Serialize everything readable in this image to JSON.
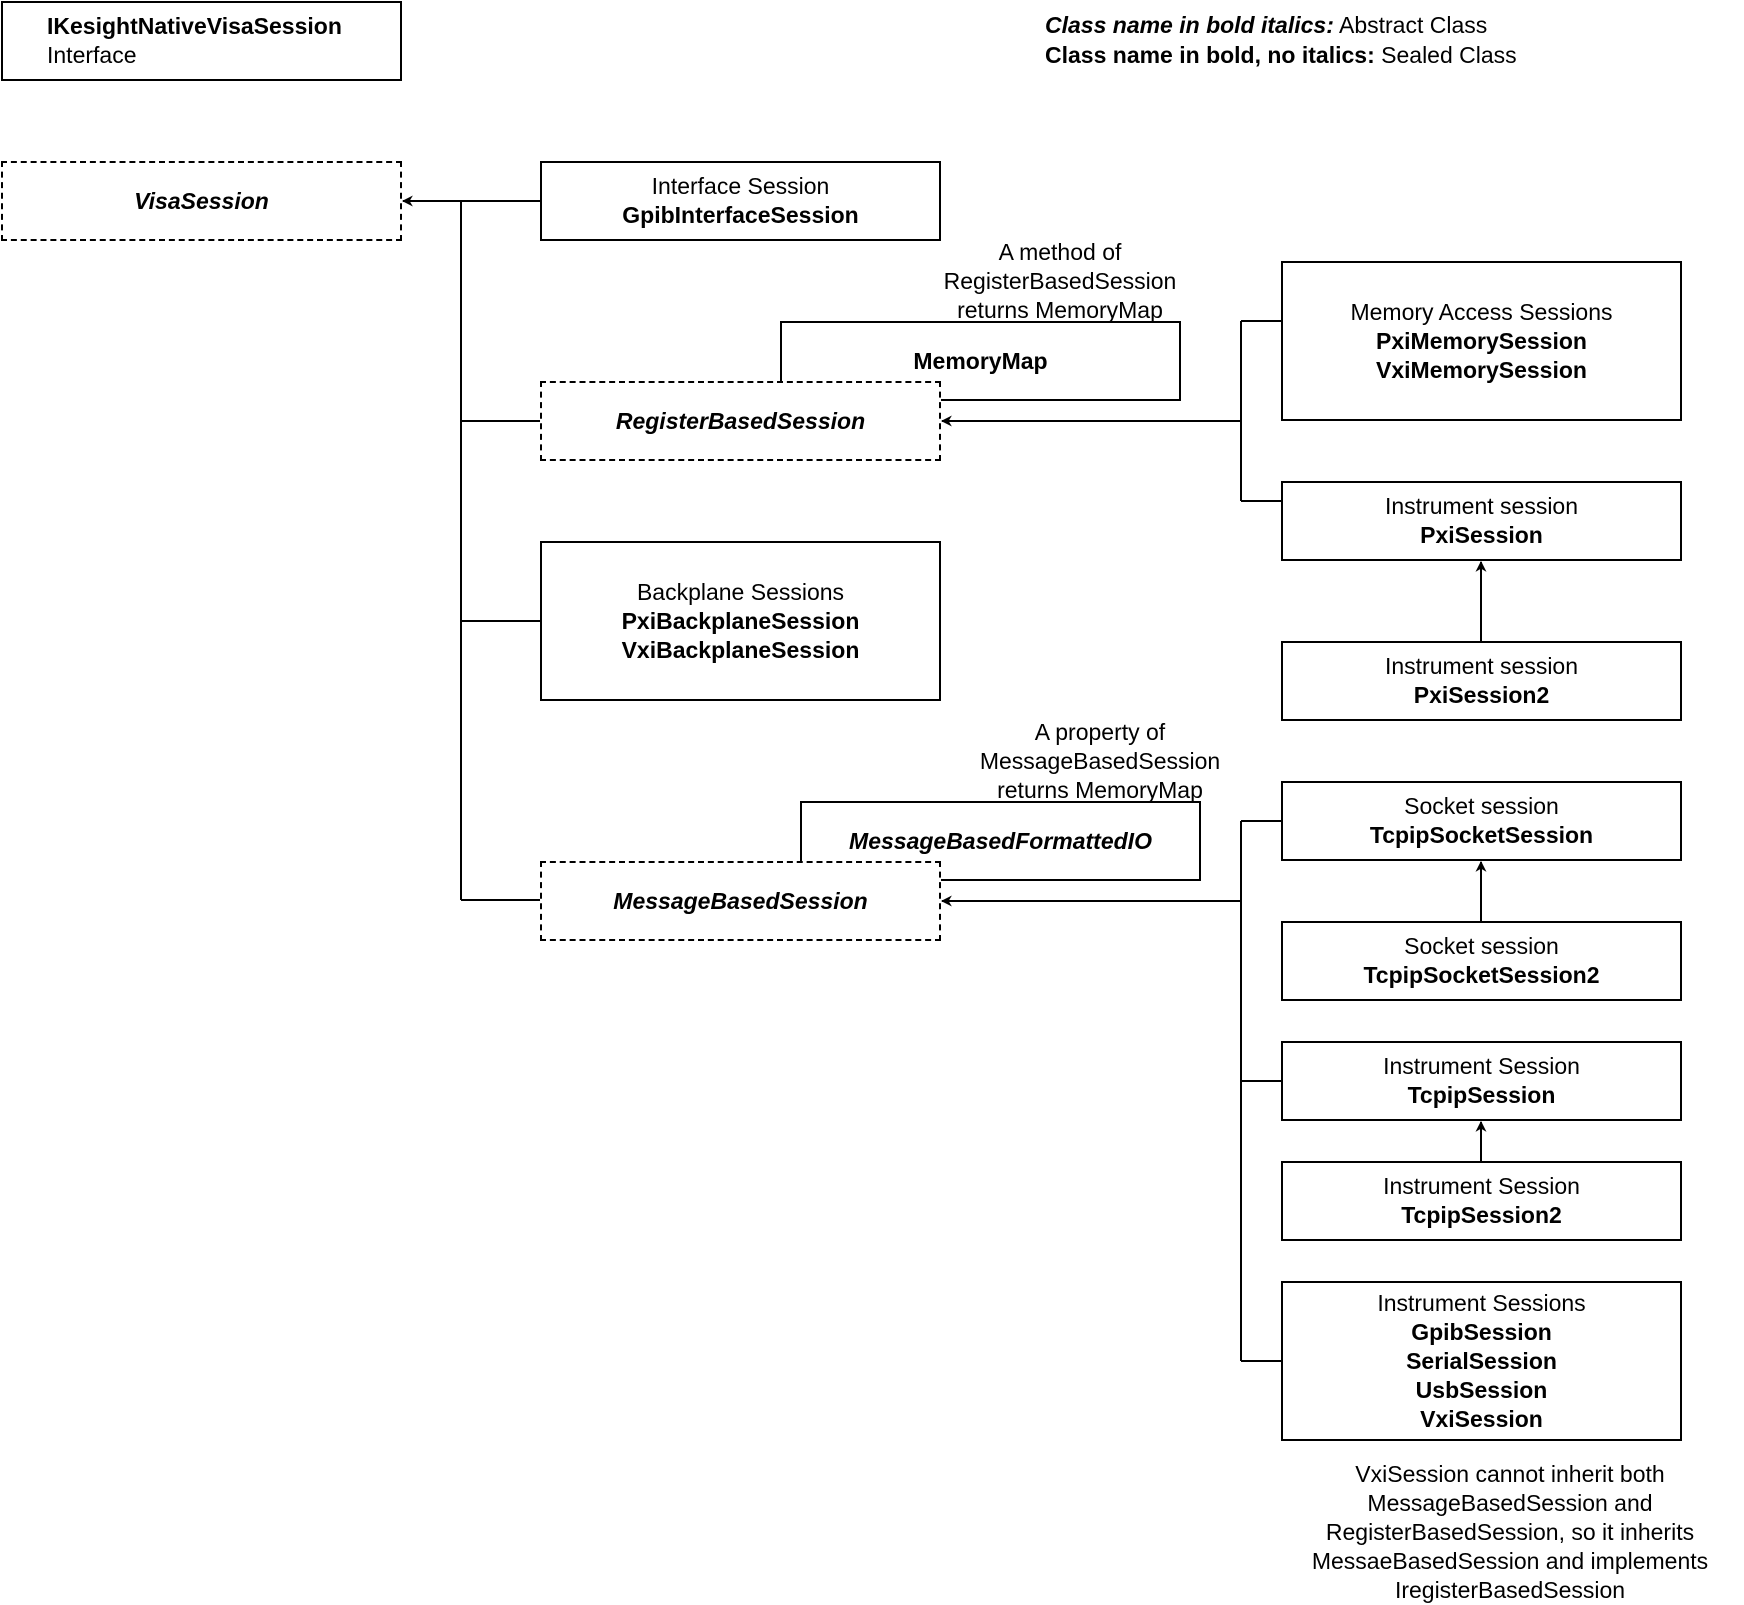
{
  "interface_box": {
    "name": "IKesightNativeVisaSession",
    "kind": "Interface"
  },
  "legend": {
    "abstract_key": "Class name in bold italics:",
    "abstract_value": " Abstract Class",
    "sealed_key": "Class name in bold, no italics:",
    "sealed_value": " Sealed Class"
  },
  "visa_session": {
    "name": "VisaSession"
  },
  "gpib_interface": {
    "category": "Interface Session",
    "name": "GpibInterfaceSession"
  },
  "register_based": {
    "name": "RegisterBasedSession"
  },
  "memory_map": {
    "name": "MemoryMap"
  },
  "memory_map_note": {
    "lines": [
      "A method of",
      "RegisterBasedSession",
      "returns MemoryMap"
    ]
  },
  "memory_access": {
    "category": "Memory Access Sessions",
    "names": [
      "PxiMemorySession",
      "VxiMemorySession"
    ]
  },
  "pxi_session": {
    "category": "Instrument session",
    "name": "PxiSession"
  },
  "pxi_session2": {
    "category": "Instrument session",
    "name": "PxiSession2"
  },
  "backplane": {
    "category": "Backplane Sessions",
    "names": [
      "PxiBackplaneSession",
      "VxiBackplaneSession"
    ]
  },
  "message_based": {
    "name": "MessageBasedSession"
  },
  "formatted_io": {
    "name": "MessageBasedFormattedIO"
  },
  "formatted_io_note": {
    "lines": [
      "A property of",
      "MessageBasedSession",
      "returns MemoryMap"
    ]
  },
  "tcpip_socket": {
    "category": "Socket session",
    "name": "TcpipSocketSession"
  },
  "tcpip_socket2": {
    "category": "Socket session",
    "name": "TcpipSocketSession2"
  },
  "tcpip_session": {
    "category": "Instrument Session",
    "name": "TcpipSession"
  },
  "tcpip_session2": {
    "category": "Instrument Session",
    "name": "TcpipSession2"
  },
  "instrument_sessions": {
    "category": "Instrument Sessions",
    "names": [
      "GpibSession",
      "SerialSession",
      "UsbSession",
      "VxiSession"
    ]
  },
  "vxi_note": {
    "lines": [
      "VxiSession cannot inherit both",
      "MessageBasedSession and",
      "RegisterBasedSession, so it inherits",
      "MessaeBasedSession and implements",
      "IregisterBasedSession"
    ]
  }
}
